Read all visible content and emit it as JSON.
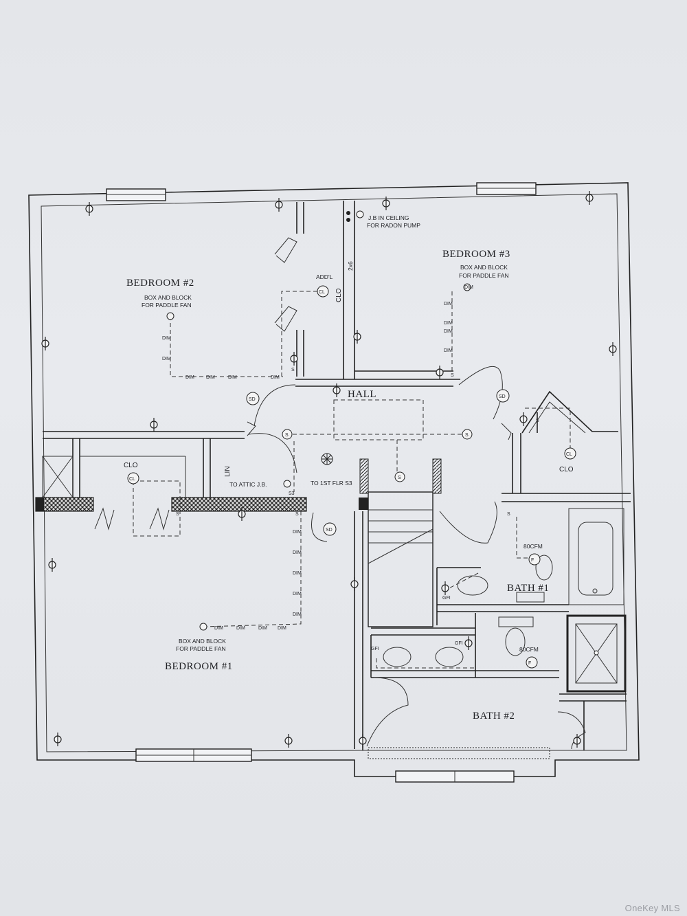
{
  "plan": {
    "rooms": {
      "bedroom1": "BEDROOM #1",
      "bedroom2": "BEDROOM #2",
      "bedroom3": "BEDROOM #3",
      "bath1": "BATH #1",
      "bath2": "BATH #2",
      "hall": "HALL",
      "clo_left": "CLO",
      "clo_right": "CLO",
      "clo_top": "CLO",
      "lin": "LIN"
    },
    "notes": {
      "fan_line1": "BOX AND BLOCK",
      "fan_line2": "FOR PADDLE FAN",
      "jb_line1": "J.B IN CEILING",
      "jb_line2": "FOR RADON PUMP",
      "addl": "ADD'L",
      "stud": "2x6",
      "attic": "TO ATTIC J.B.",
      "first_flr": "TO 1ST FLR S3",
      "cfm": "80CFM",
      "dim": "DIM",
      "gfi": "GFI",
      "sd": "SD",
      "s": "S",
      "cl": "CL",
      "s3": "S3"
    }
  },
  "watermark": "OneKey MLS"
}
